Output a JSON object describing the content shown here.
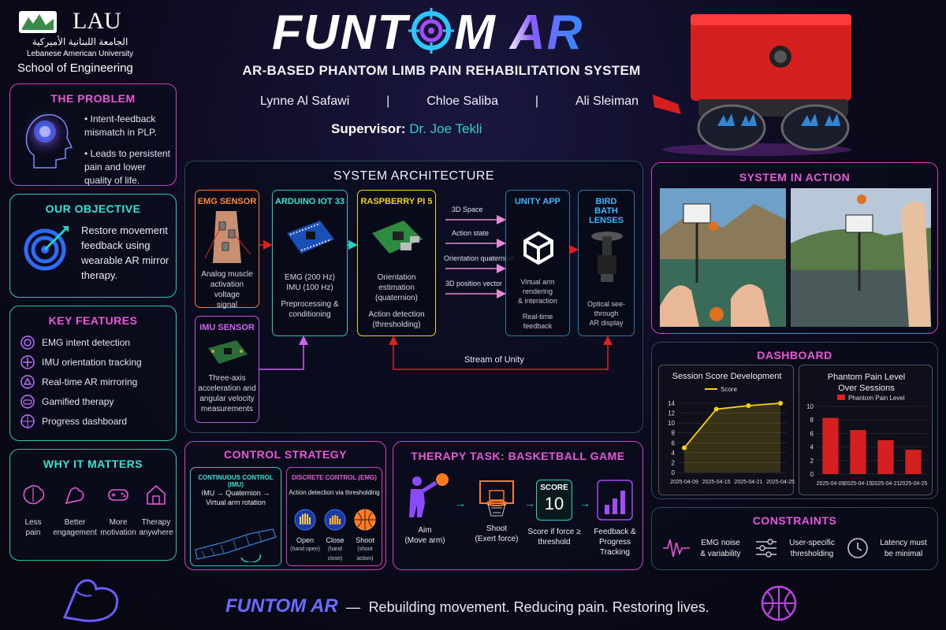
{
  "header": {
    "logo_name": "LAU",
    "logo_arabic": "الجامعة اللبنانية الأميركية",
    "logo_english": "Lebanese American University",
    "school": "School of Engineering",
    "title_left": "FUNT",
    "title_right": "M AR",
    "subtitle": "AR-BASED PHANTOM LIMB PAIN REHABILITATION SYSTEM",
    "authors": [
      "Lynne Al Safawi",
      "Chloe Saliba",
      "Ali Sleiman"
    ],
    "author_sep": "|",
    "supervisor_label": "Supervisor:",
    "supervisor_name": "Dr. Joe Tekli"
  },
  "colors": {
    "pink": "#e040c8",
    "cyan": "#22d3c5",
    "teal": "#2ee6b8",
    "orange": "#ff7a22",
    "yellow": "#f5d20a",
    "blue": "#3b9cff",
    "red": "#e02020",
    "purple": "#a24bff"
  },
  "problem": {
    "title": "THE PROBLEM",
    "bullets": [
      "Intent-feedback mismatch in PLP.",
      "Leads to persistent pain and lower quality of life."
    ]
  },
  "objective": {
    "title": "OUR OBJECTIVE",
    "text": "Restore movement feedback using wearable AR mirror therapy."
  },
  "features": {
    "title": "KEY FEATURES",
    "items": [
      "EMG intent detection",
      "IMU orientation tracking",
      "Real-time AR mirroring",
      "Gamified therapy",
      "Progress dashboard"
    ]
  },
  "why": {
    "title": "WHY IT MATTERS",
    "items": [
      {
        "l1": "Less",
        "l2": "pain"
      },
      {
        "l1": "Better",
        "l2": "engagement"
      },
      {
        "l1": "More",
        "l2": "motivation"
      },
      {
        "l1": "Therapy",
        "l2": "anywhere"
      }
    ]
  },
  "architecture": {
    "title": "SYSTEM ARCHITECTURE",
    "emg": {
      "title": "EMG SENSOR",
      "desc": [
        "Analog muscle",
        "activation voltage",
        "signal"
      ]
    },
    "imu": {
      "title": "IMU SENSOR",
      "desc": [
        "Three-axis",
        "acceleration and",
        "angular velocity",
        "measurements"
      ]
    },
    "arduino": {
      "title": "ARDUINO IOT 33",
      "desc": [
        "EMG (200 Hz)",
        "IMU (100 Hz)",
        "",
        "Preprocessing &",
        "conditioning"
      ]
    },
    "rpi": {
      "title": "RASPBERRY PI 5",
      "desc": [
        "Orientation estimation",
        "(quaternion)",
        "",
        "Action detection",
        "(thresholding)"
      ]
    },
    "arrows": [
      "3D Space",
      "Action state",
      "Orientation quaternion",
      "3D position vector"
    ],
    "unity": {
      "title": "UNITY APP",
      "desc": [
        "Virtual arm rendering",
        "& interaction",
        "",
        "Real-time feedback"
      ]
    },
    "lenses": {
      "title": "BIRD BATH LENSES",
      "desc": [
        "Optical see-through",
        "AR display"
      ]
    },
    "stream": "Stream of Unity"
  },
  "action": {
    "title": "SYSTEM IN ACTION"
  },
  "dashboard": {
    "title": "DASHBOARD"
  },
  "chart_data": [
    {
      "type": "line",
      "title": "Session Score Development",
      "x": [
        "2025-04-09",
        "2025-04-15",
        "2025-04-21",
        "2025-04-25"
      ],
      "series": [
        {
          "name": "Score",
          "values": [
            5,
            12.8,
            13.5,
            14
          ]
        }
      ],
      "ylim": [
        0,
        14
      ],
      "yticks": [
        0,
        2,
        4,
        6,
        8,
        10,
        12,
        14
      ],
      "grid": true,
      "legend": "top-center"
    },
    {
      "type": "bar",
      "title": "Phantom Pain Level Over Sessions",
      "categories": [
        "2025-04-09",
        "2025-04-15",
        "2025-04-21",
        "2025-04-25"
      ],
      "series": [
        {
          "name": "Phantom Pain Level",
          "values": [
            8.3,
            6.5,
            5,
            3.6
          ]
        }
      ],
      "ylim": [
        0,
        10
      ],
      "yticks": [
        0,
        2,
        4,
        6,
        8,
        10
      ],
      "grid": true,
      "legend": "top-center"
    }
  ],
  "control": {
    "title": "CONTROL STRATEGY",
    "continuous_title": "CONTINUOUS CONTROL (IMU)",
    "continuous_text": [
      "IMU → Quaternion →",
      "Virtual arm rotation"
    ],
    "discrete_title": "DISCRETE CONTROL (EMG)",
    "discrete_text": "Action detection via thresholding",
    "actions": [
      {
        "name": "Open",
        "sub": "(hand open)"
      },
      {
        "name": "Close",
        "sub": "(hand close)"
      },
      {
        "name": "Shoot",
        "sub": "(shoot action)"
      }
    ]
  },
  "therapy": {
    "title": "THERAPY TASK: BASKETBALL GAME",
    "score_label": "SCORE",
    "score_value": "10",
    "steps": [
      {
        "l1": "Aim",
        "l2": "(Move arm)"
      },
      {
        "l1": "Shoot",
        "l2": "(Exert force)"
      },
      {
        "l1": "Score if force ≥",
        "l2": "threshold"
      },
      {
        "l1": "Feedback &",
        "l2": "Progress Tracking"
      }
    ]
  },
  "constraints": {
    "title": "CONSTRAINTS",
    "items": [
      {
        "l1": "EMG noise",
        "l2": "& variability"
      },
      {
        "l1": "User-specific",
        "l2": "thresholding"
      },
      {
        "l1": "Latency must",
        "l2": "be minimal"
      }
    ]
  },
  "footer": {
    "brand": "FUNTOM AR",
    "dash": "—",
    "tagline": "Rebuilding movement. Reducing pain. Restoring lives."
  }
}
